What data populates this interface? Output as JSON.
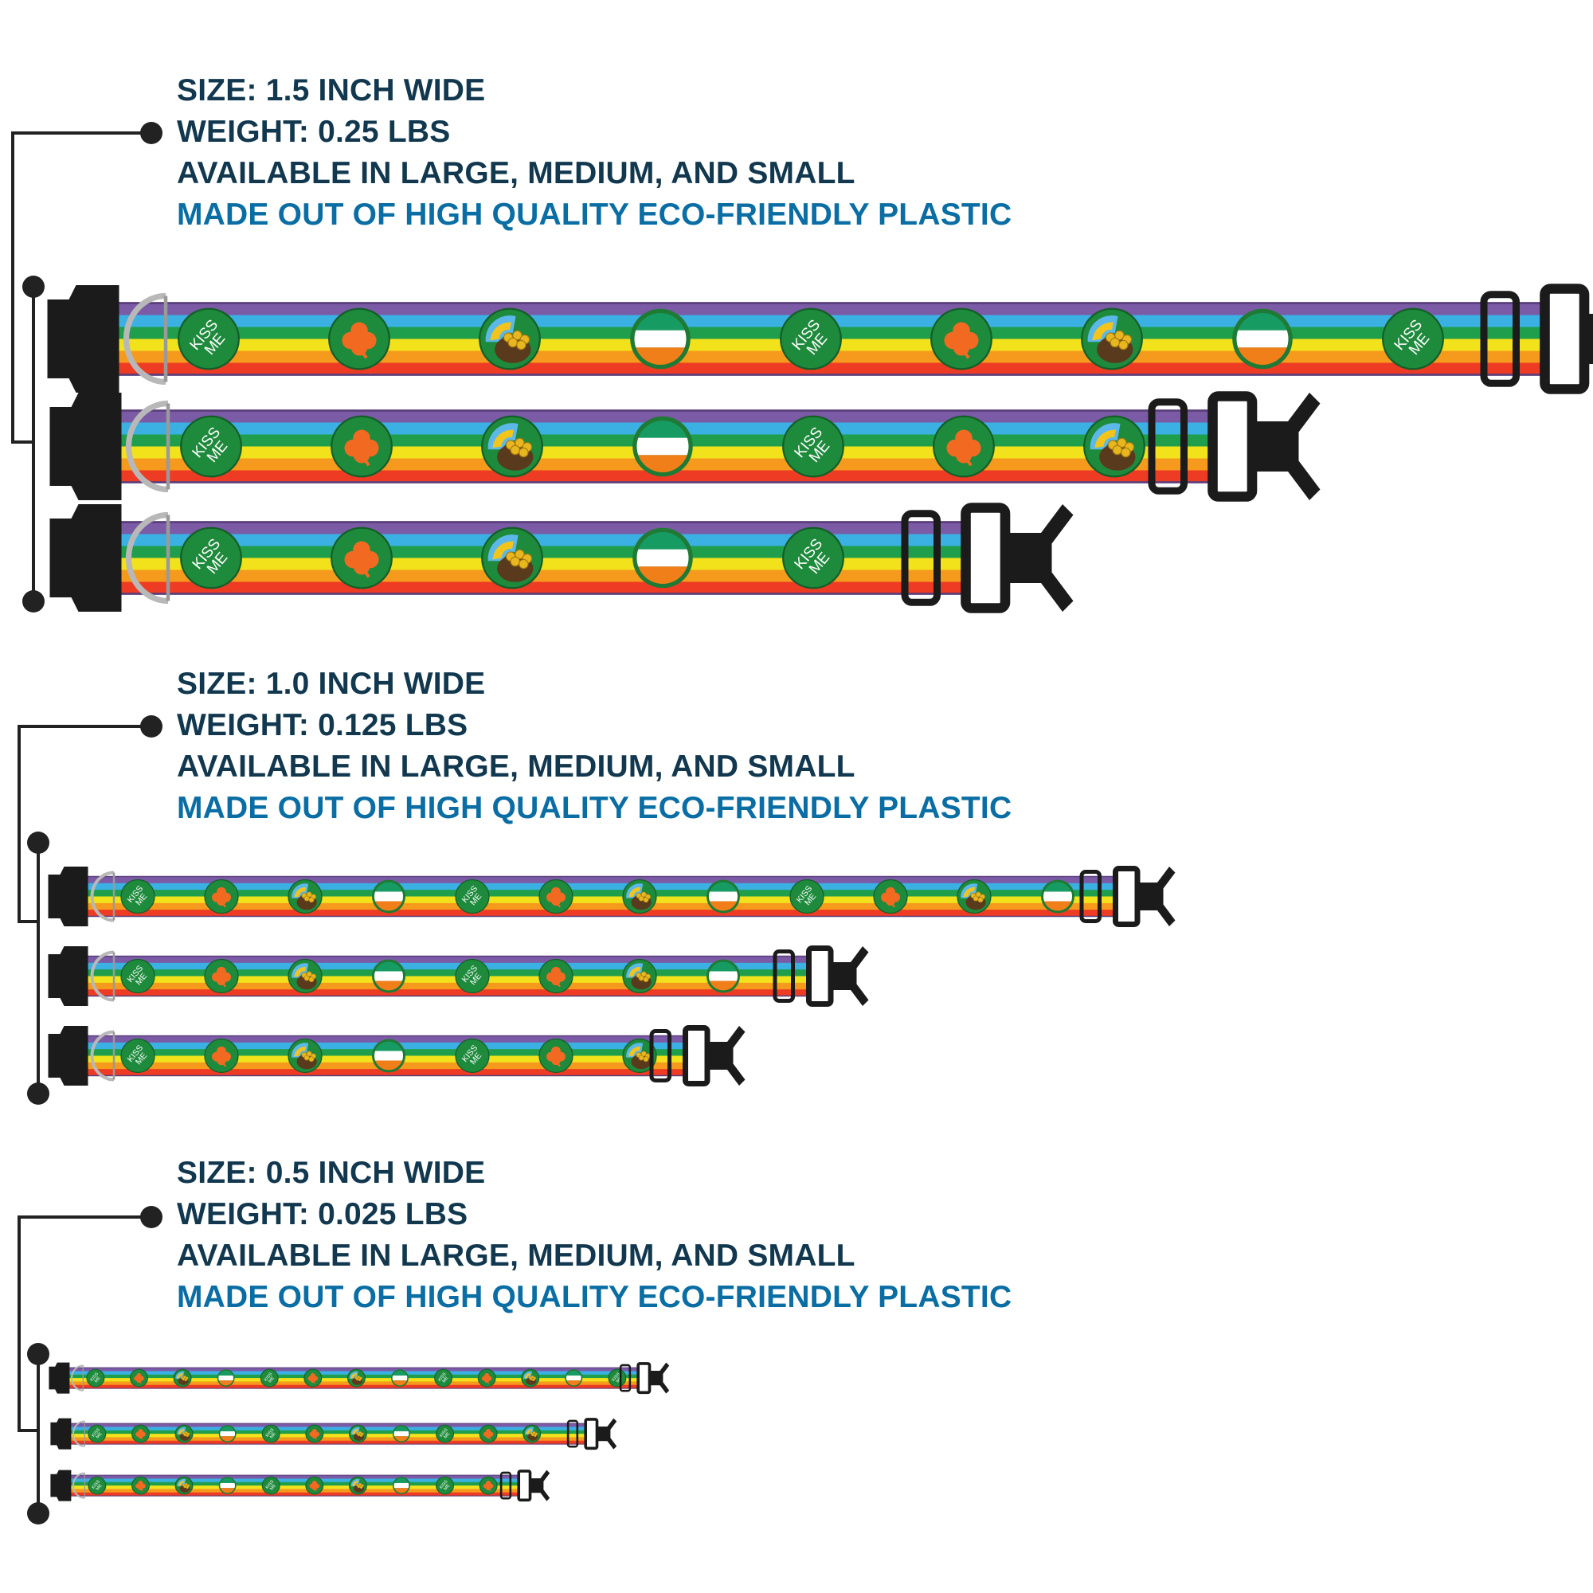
{
  "sections": [
    {
      "size": "SIZE: 1.5 INCH WIDE",
      "weight": "WEIGHT: 0.25 LBS",
      "availability": "AVAILABLE IN LARGE, MEDIUM, AND SMALL",
      "material": "MADE OUT OF HIGH QUALITY ECO-FRIENDLY PLASTIC"
    },
    {
      "size": "SIZE: 1.0 INCH WIDE",
      "weight": "WEIGHT: 0.125 LBS",
      "availability": "AVAILABLE IN LARGE, MEDIUM, AND SMALL",
      "material": "MADE OUT OF HIGH QUALITY ECO-FRIENDLY PLASTIC"
    },
    {
      "size": "SIZE: 0.5 INCH WIDE",
      "weight": "WEIGHT: 0.025 LBS",
      "availability": "AVAILABLE IN LARGE, MEDIUM, AND SMALL",
      "material": "MADE OUT OF HIGH QUALITY ECO-FRIENDLY PLASTIC"
    }
  ],
  "badge_text": {
    "line1": "KISS",
    "line2": "ME"
  },
  "icons": [
    "kiss-me-badge-icon",
    "shamrock-icon",
    "pot-of-gold-icon",
    "irish-flag-icon",
    "d-ring-icon",
    "buckle-icon"
  ],
  "colors": {
    "text_dark": "#12384f",
    "text_accent": "#0a6ea4",
    "bracket": "#222222",
    "stripes": [
      "#7b5aa6",
      "#3ab0e3",
      "#1f9e4b",
      "#f2e21c",
      "#f59a1c",
      "#ee3b24"
    ],
    "badge_green": "#1e8a3c"
  }
}
